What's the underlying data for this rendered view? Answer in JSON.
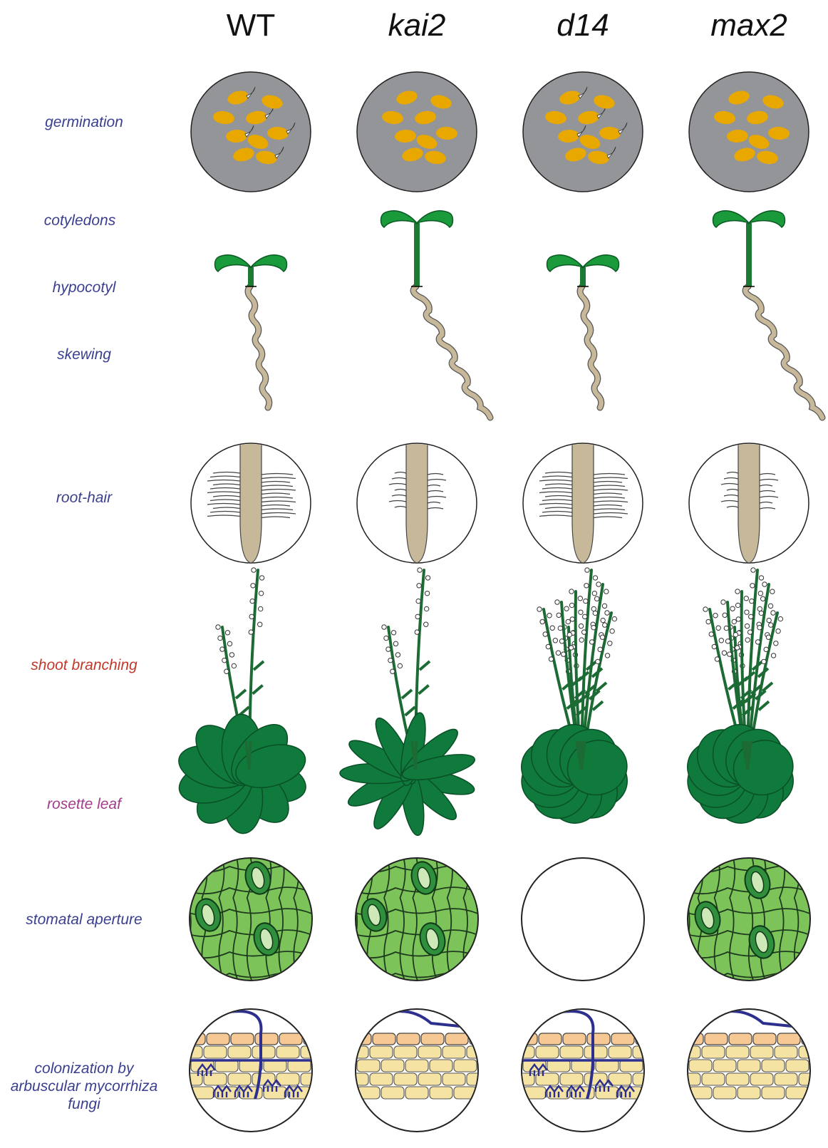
{
  "columns": [
    "WT",
    "kai2",
    "d14",
    "max2"
  ],
  "columns_italic": [
    false,
    true,
    true,
    true
  ],
  "rows": {
    "germination": {
      "label": "germination",
      "color": "#3a3f8f"
    },
    "cotyledons": {
      "label": "cotyledons",
      "color": "#3a3f8f"
    },
    "hypocotyl": {
      "label": "hypocotyl",
      "color": "#3a3f8f"
    },
    "skewing": {
      "label": "skewing",
      "color": "#3a3f8f"
    },
    "root_hair": {
      "label": "root-hair",
      "color": "#3a3f8f"
    },
    "shoot_branching": {
      "label": "shoot branching",
      "color": "#c0392b"
    },
    "rosette_leaf": {
      "label": "rosette leaf",
      "color": "#a23d8c"
    },
    "stomatal_aperture": {
      "label": "stomatal aperture",
      "color": "#3a3f8f"
    },
    "colonization": {
      "lines": [
        "colonization by",
        "arbuscular mycorrhiza",
        "fungi"
      ],
      "color": "#3a3f8f"
    }
  },
  "phenotypes": {
    "germinated": [
      true,
      false,
      true,
      false
    ],
    "long_hypocotyl": [
      false,
      true,
      false,
      true
    ],
    "strong_skewing": [
      false,
      true,
      false,
      true
    ],
    "dense_root_hairs": [
      true,
      false,
      true,
      false
    ],
    "many_branches": [
      false,
      false,
      true,
      true
    ],
    "rosette_leaf_shape": [
      "broad",
      "narrow",
      "round",
      "round"
    ],
    "stomata_shown": [
      true,
      true,
      false,
      true
    ],
    "colonized": [
      true,
      false,
      true,
      false
    ]
  },
  "colors": {
    "plate_gray": "#939598",
    "seed": "#e8a800",
    "plant_green": "#1a9a3a",
    "stem_green": "#1d6b34",
    "rosette_green": "#0f7a3c",
    "root_tan": "#c7b89a",
    "stomata_bg": "#7cc45a",
    "guard_cell": "#2f8f3c",
    "pore": "#cfe8b8",
    "fungus": "#2d2f8f",
    "epidermis": "#f6c893",
    "cortex": "#f4e3a2"
  }
}
